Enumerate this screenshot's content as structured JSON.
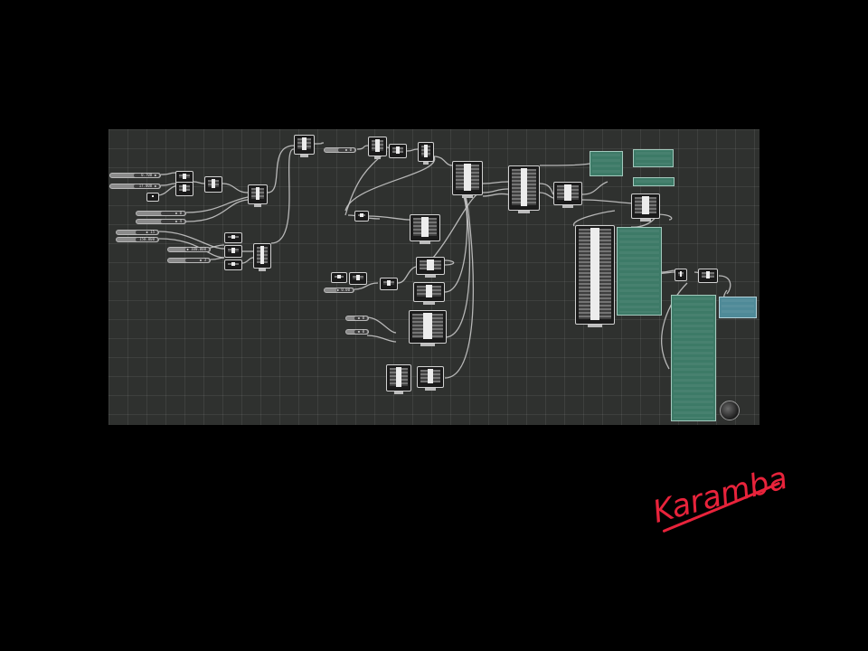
{
  "canvas": {
    "background_color": "#2f312f",
    "wire_color": "#cfcfcf"
  },
  "sliders": [
    {
      "id": "s1",
      "value": "0.708 ◆"
    },
    {
      "id": "s2",
      "value": "17.000 ◆"
    },
    {
      "id": "s3",
      "value": "◆ 0"
    },
    {
      "id": "s4",
      "value": "◆ 4"
    },
    {
      "id": "s5",
      "value": "◆ 15"
    },
    {
      "id": "s6",
      "value": "150.000"
    },
    {
      "id": "s7",
      "value": "◆ 100.000"
    },
    {
      "id": "s8",
      "value": "◆ 3"
    },
    {
      "id": "s9",
      "value": "◆ 0.00"
    },
    {
      "id": "s10",
      "value": "◆ 0"
    },
    {
      "id": "s11",
      "value": "◆ 0"
    },
    {
      "id": "s12",
      "value": "◆ 0"
    }
  ],
  "panels": {
    "green_color": "#3d7a67",
    "blue_color": "#4f8a98"
  },
  "logo": {
    "text": "Karamba",
    "color": "#e8233b"
  }
}
